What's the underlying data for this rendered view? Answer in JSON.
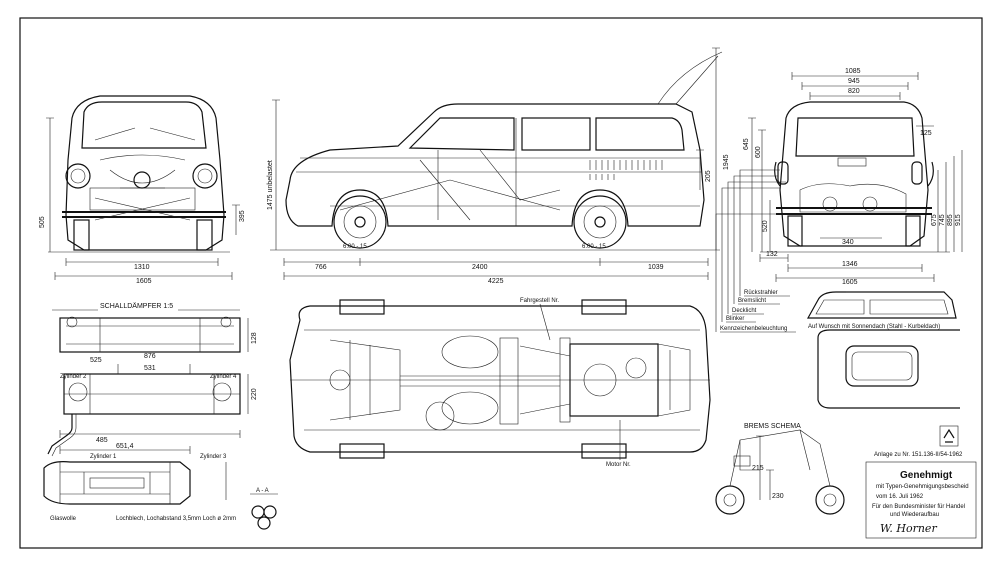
{
  "front_view": {
    "dims": [
      "505",
      "1310",
      "1605",
      "395"
    ]
  },
  "side_view": {
    "dims": [
      "1475 unbelastet",
      "1945",
      "205",
      "766",
      "2400",
      "1039",
      "4225"
    ],
    "tyre_label": "6.00 - 15",
    "rear_tyre_label": "6.00 - 15"
  },
  "rear_view": {
    "dims": [
      "1085",
      "945",
      "820",
      "125",
      "645",
      "600",
      "520",
      "132",
      "340",
      "1346",
      "1605",
      "675",
      "745",
      "895",
      "915"
    ]
  },
  "callouts": [
    "Rückstrahler",
    "Bremslicht",
    "Decklicht",
    "Blinker",
    "Kennzeichenbeleuchtung"
  ],
  "muffler": {
    "title": "SCHALLDÄMPFER  1:5",
    "labels": [
      "Zylinder 2",
      "Zylinder 4",
      "Zylinder 1",
      "Zylinder 3",
      "Glaswolle",
      "Lochblech, Lochabstand 3,5mm  Loch ø 2mm",
      "A - A"
    ],
    "dims": [
      "876",
      "531",
      "525",
      "485",
      "651,4",
      "220",
      "128"
    ]
  },
  "top_view": {
    "labels": [
      "Fahrgestell Nr.",
      "Motor Nr."
    ]
  },
  "sunroof": {
    "caption": "Auf Wunsch mit Sonnendach (Stahl - Kurbeldach)"
  },
  "brake": {
    "title": "BREMS SCHEMA",
    "dims": [
      "215",
      "230"
    ]
  },
  "approval": {
    "ref": "Anlage zu Nr. 151.136-II/54-1962",
    "title": "Genehmigt",
    "lines": [
      "mit Typen-Genehmigungsbescheid",
      "vom  16. Juli 1962",
      "Für den Bundesminister für Handel",
      "und Wiederaufbau"
    ],
    "signature": "W. Horner"
  }
}
